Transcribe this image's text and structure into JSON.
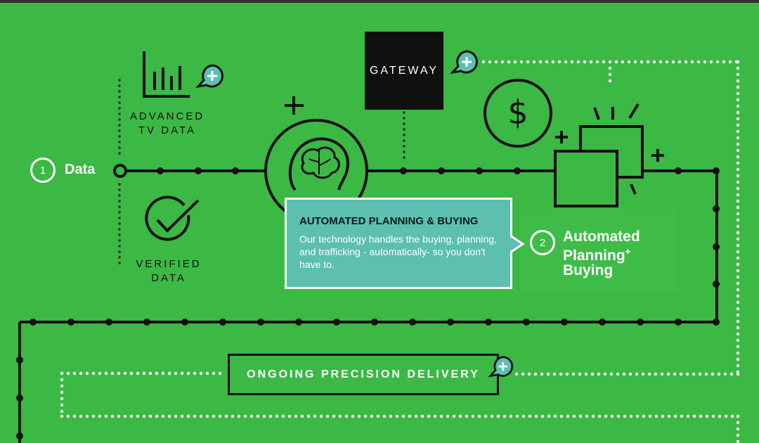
{
  "nodes": {
    "gateway": "GATEWAY",
    "advanced_tv_data": [
      "ADVANCED",
      "TV DATA"
    ],
    "verified_data": [
      "VERIFIED",
      "DATA"
    ],
    "step1": {
      "number": "1",
      "label": "Data"
    },
    "step2": {
      "number": "2",
      "label_lines": [
        "Automated",
        "Planning",
        "Buying"
      ],
      "plus": "+"
    },
    "delivery": "ONGOING PRECISION DELIVERY"
  },
  "callout": {
    "title": "AUTOMATED PLANNING & BUYING",
    "body": "Our technology handles the buying, planning, and trafficking - automatically- so you don't have to."
  },
  "icons": {
    "plus": "+",
    "dollar": "$"
  },
  "colors": {
    "background": "#3cb845",
    "teal": "#5cbfb0",
    "line": "#111111",
    "gateway_bg": "#0e1110"
  }
}
